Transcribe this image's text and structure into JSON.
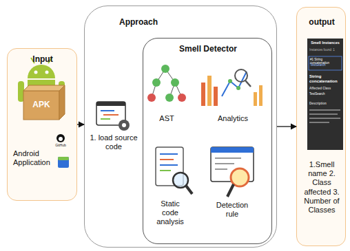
{
  "diagram": {
    "nodes": [
      {
        "text": [
          "Input",
          "Android Application"
        ]
      },
      {
        "text": [
          "Approach"
        ]
      },
      {
        "text": [
          "Smell Detector"
        ],
        "in": 1
      },
      {
        "text": [
          "output",
          "1.Smell name 2. Class affected 3. Number of Classes"
        ]
      }
    ],
    "edges": [
      {
        "from": 0,
        "to": 1,
        "arrow": "to"
      },
      {
        "from": 1,
        "to": 3,
        "arrow": "to"
      }
    ],
    "labels": [
      "APK",
      "GitHub",
      "1. load source code",
      "AST",
      "Analytics",
      "Static code analysis",
      "Detection rule",
      "Smell Instances",
      "Instances found: 1",
      "#1 String concatenation",
      "TestSearch",
      "String concatenation",
      "Affected Class",
      "TestSearch",
      "Description"
    ]
  }
}
